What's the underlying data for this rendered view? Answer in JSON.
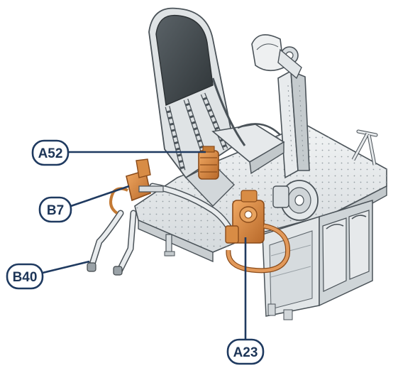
{
  "diagram": {
    "subject": "cockpit-seat-assembly",
    "colors": {
      "part_light": "#e4e8ea",
      "part_shade": "#b9c0c4",
      "outline": "#4a5258",
      "seat_back": "#3c4347",
      "highlight_copper": "#d98a3d",
      "highlight_copper_dark": "#a85e22",
      "callout_stroke": "#1f3a60",
      "callout_text": "#1d3557"
    },
    "callouts": [
      {
        "id": "a52",
        "label": "A52"
      },
      {
        "id": "b7",
        "label": "B7"
      },
      {
        "id": "b40",
        "label": "B40"
      },
      {
        "id": "a23",
        "label": "A23"
      }
    ]
  }
}
